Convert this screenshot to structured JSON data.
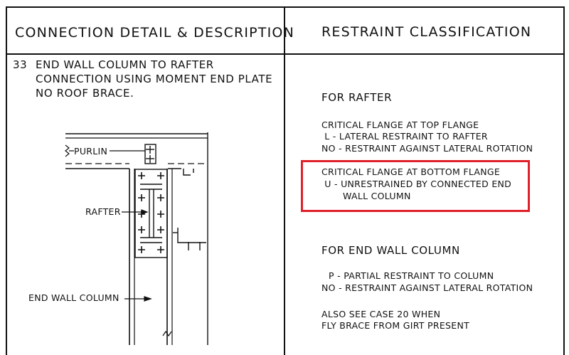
{
  "table": {
    "header_left": "CONNECTION DETAIL & DESCRIPTION",
    "header_right": "RESTRAINT CLASSIFICATION"
  },
  "detail": {
    "case_number": "33",
    "description_lines": [
      "END WALL COLUMN TO RAFTER",
      "CONNECTION USING MOMENT END PLATE",
      "NO ROOF BRACE."
    ],
    "labels": {
      "purlin": "PURLIN",
      "rafter": "RAFTER",
      "end_wall_column": "END WALL COLUMN"
    }
  },
  "classification": {
    "rafter_heading": "FOR RAFTER",
    "top_flange": {
      "title": "CRITICAL FLANGE AT TOP FLANGE",
      "line1": " L - LATERAL RESTRAINT TO RAFTER",
      "line2": "NO - RESTRAINT AGAINST LATERAL ROTATION"
    },
    "bottom_flange": {
      "title": "CRITICAL FLANGE AT BOTTOM FLANGE",
      "line1": " U - UNRESTRAINED BY CONNECTED END",
      "line2": "WALL COLUMN"
    },
    "column_heading": "FOR END WALL COLUMN",
    "column": {
      "line1": "P - PARTIAL RESTRAINT TO COLUMN",
      "line2": "NO - RESTRAINT AGAINST LATERAL ROTATION"
    },
    "note": {
      "line1": "ALSO SEE CASE 20 WHEN",
      "line2": "FLY BRACE FROM GIRT PRESENT"
    }
  },
  "colors": {
    "ink": "#111111",
    "highlight": "#e0202a",
    "background": "#ffffff"
  }
}
